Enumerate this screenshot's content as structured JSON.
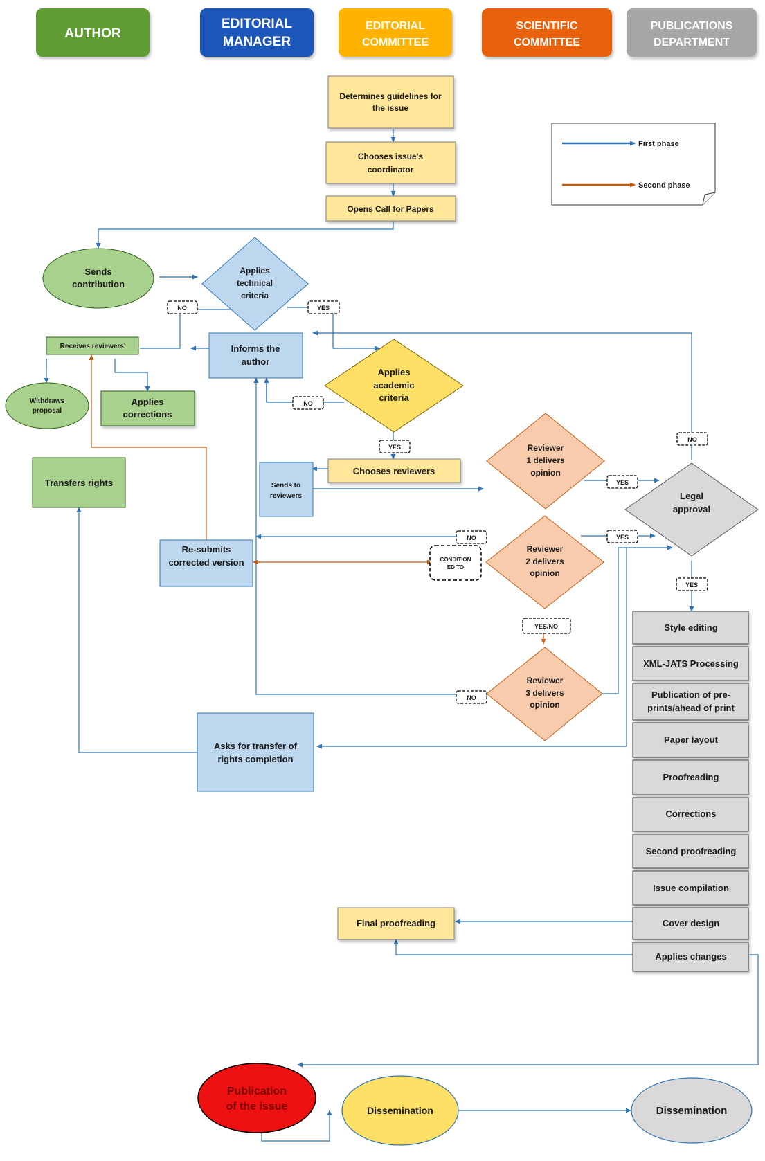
{
  "lanes": {
    "author": "AUTHOR",
    "editorial_manager": [
      "EDITORIAL",
      "MANAGER"
    ],
    "editorial_committee": [
      "EDITORIAL",
      "COMMITTEE"
    ],
    "scientific_committee": [
      "SCIENTIFIC",
      "COMMITTEE"
    ],
    "publications_department": [
      "PUBLICATIONS",
      "DEPARTMENT"
    ]
  },
  "legend": {
    "first_phase": "First phase",
    "second_phase": "Second phase"
  },
  "nodes": {
    "guidelines": [
      "Determines guidelines for",
      "the issue"
    ],
    "coordinator": [
      "Chooses issue's",
      "coordinator"
    ],
    "call_for_papers": "Opens Call for Papers",
    "sends_contribution": [
      "Sends",
      "contribution"
    ],
    "technical_criteria": [
      "Applies",
      "technical",
      "criteria"
    ],
    "receives_reviewers": "Receives reviewers'",
    "informs_author": [
      "Informs the",
      "author"
    ],
    "withdraws": [
      "Withdraws",
      "proposal"
    ],
    "applies_corrections": [
      "Applies",
      "corrections"
    ],
    "academic_criteria": [
      "Applies",
      "academic",
      "criteria"
    ],
    "transfers_rights": "Transfers rights",
    "sends_to_reviewers": [
      "Sends to",
      "reviewers"
    ],
    "chooses_reviewers": "Chooses reviewers",
    "reviewer1": [
      "Reviewer",
      "1 delivers",
      "opinion"
    ],
    "legal_approval": [
      "Legal",
      "approval"
    ],
    "resubmits": [
      "Re-submits",
      "corrected version"
    ],
    "conditioned": [
      "CONDITION",
      "ED TO"
    ],
    "reviewer2": [
      "Reviewer",
      "2 delivers",
      "opinion"
    ],
    "reviewer3": [
      "Reviewer",
      "3 delivers",
      "opinion"
    ],
    "asks_transfer": [
      "Asks for transfer of",
      "rights completion"
    ],
    "final_proofreading": "Final proofreading",
    "publication": [
      "Publication",
      "of the issue"
    ],
    "dissemination_yellow": "Dissemination",
    "dissemination_gray": "Dissemination"
  },
  "pub_steps": [
    [
      "Style editing"
    ],
    [
      "XML-JATS Processing"
    ],
    [
      "Publication of pre-",
      "prints/ahead of print"
    ],
    [
      "Paper layout"
    ],
    [
      "Proofreading"
    ],
    [
      "Corrections"
    ],
    [
      "Second proofreading"
    ],
    [
      "Issue compilation"
    ],
    [
      "Cover design"
    ],
    [
      "Applies changes"
    ]
  ],
  "decisions": {
    "no_technical": "NO",
    "yes_technical": "YES",
    "no_academic": "NO",
    "yes_academic": "YES",
    "no_legal": "NO",
    "yes_reviewer1": "YES",
    "no_reviewer2": "NO",
    "yes_reviewer2": "YES",
    "yes_legal": "YES",
    "yes_no_reviewer2": "YES/NO",
    "no_reviewer3": "NO"
  },
  "colors": {
    "author": "#5e9c32",
    "editorial_manager": "#1f57b8",
    "editorial_committee": "#ffb300",
    "scientific_committee": "#e8620f",
    "publications_department": "#a6a6a6",
    "first_phase": "#2e74b5",
    "second_phase": "#c55a11",
    "publication_red": "#ee1111"
  }
}
